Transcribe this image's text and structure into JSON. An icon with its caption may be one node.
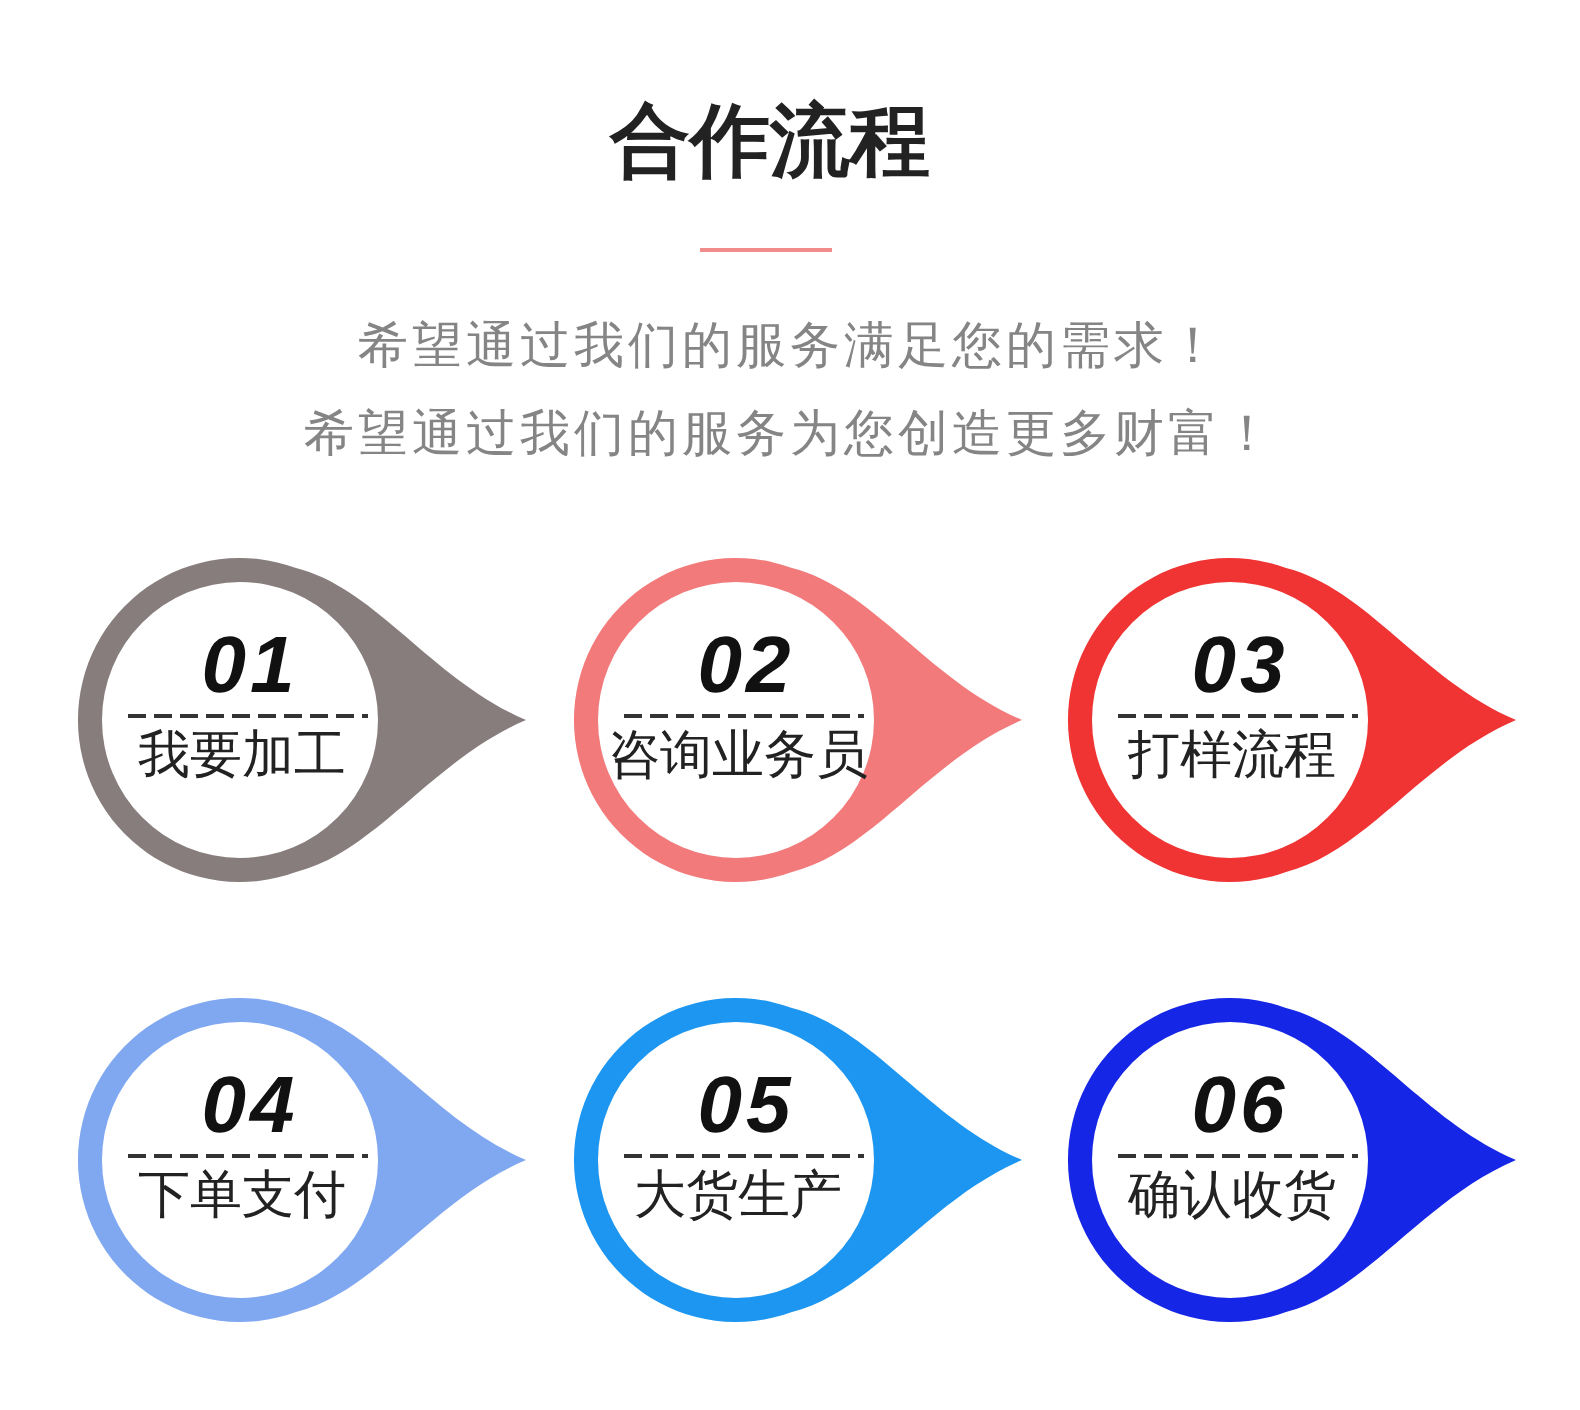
{
  "diagram": {
    "title": "合作流程",
    "nodes": [
      {
        "text": [
          "01",
          "我要加工"
        ]
      },
      {
        "text": [
          "02",
          "咨询业务员"
        ]
      },
      {
        "text": [
          "03",
          "打样流程"
        ]
      },
      {
        "text": [
          "04",
          "下单支付"
        ]
      },
      {
        "text": [
          "05",
          "大货生产"
        ]
      },
      {
        "text": [
          "06",
          "确认收货"
        ]
      }
    ],
    "labels": [
      "希望通过我们的服务满足您的需求！",
      "希望通过我们的服务为您创造更多财富！"
    ]
  }
}
